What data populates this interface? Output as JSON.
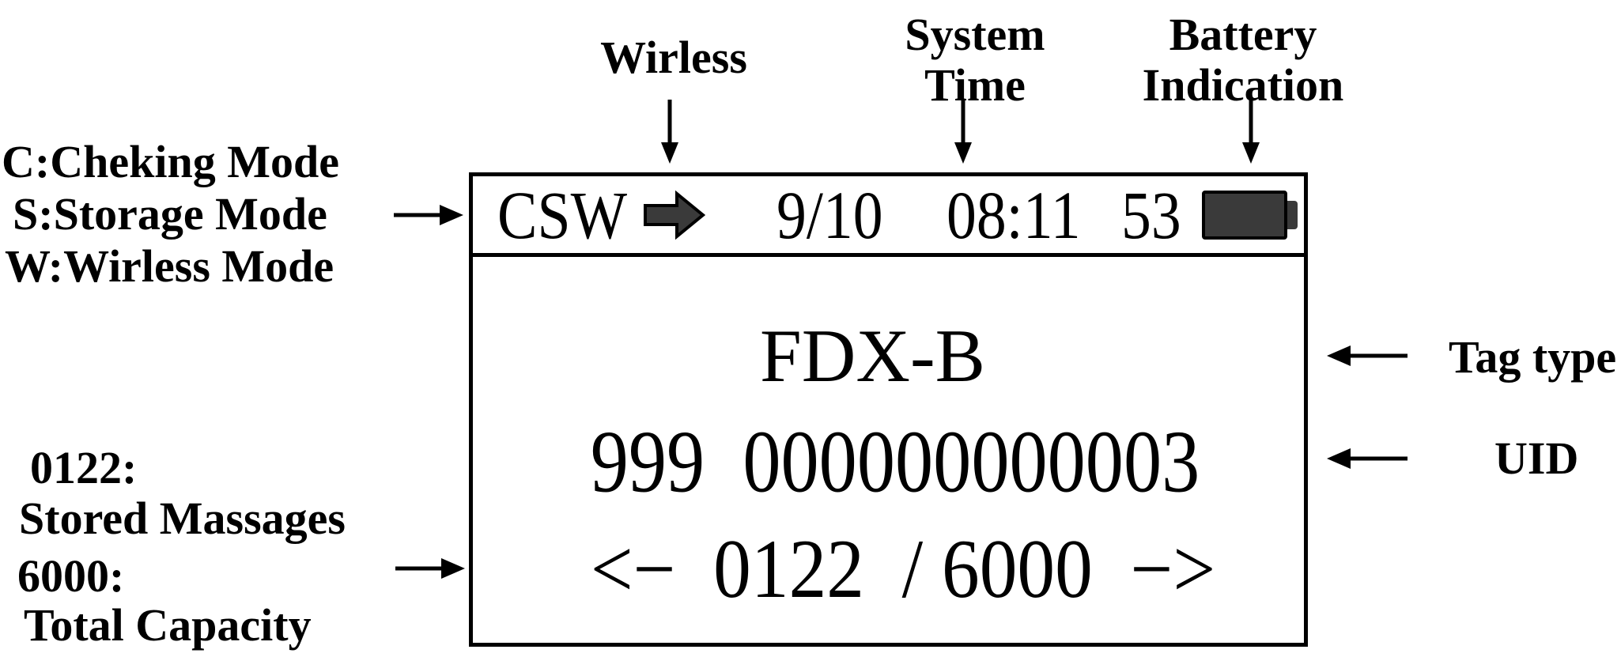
{
  "figure": {
    "type": "annotated-device-screen-diagram",
    "description_visible": false
  },
  "annotations": {
    "wireless_label": "Wirless",
    "system_time": [
      "System",
      "Time"
    ],
    "battery_indication": [
      "Battery",
      "Indication"
    ],
    "mode_legend": [
      "C:Cheking Mode",
      "S:Storage Mode",
      "W:Wirless Mode"
    ],
    "storage_legend": [
      "0122:",
      "Stored Massages",
      "6000:",
      "Total Capacity"
    ],
    "tag_type_label": "Tag type",
    "uid_label": "UID"
  },
  "display": {
    "status_bar": {
      "mode_flags": "CSW",
      "wireless_icon": "solid-right-block-arrow",
      "date": "9/10",
      "time": "08:11",
      "battery_percent": "53",
      "battery_icon": "battery-full"
    },
    "tag_type": "FDX-B",
    "uid": "999  000000000003",
    "record_counter": {
      "full_text": "<−  0122  / 6000  −>",
      "stored_messages": "0122",
      "total_capacity": "6000",
      "prev_symbol": "<−",
      "next_symbol": "−>"
    }
  },
  "colors": {
    "background": "#ffffff",
    "ink": "#000000",
    "icon_fill": "#3a3a3a"
  }
}
